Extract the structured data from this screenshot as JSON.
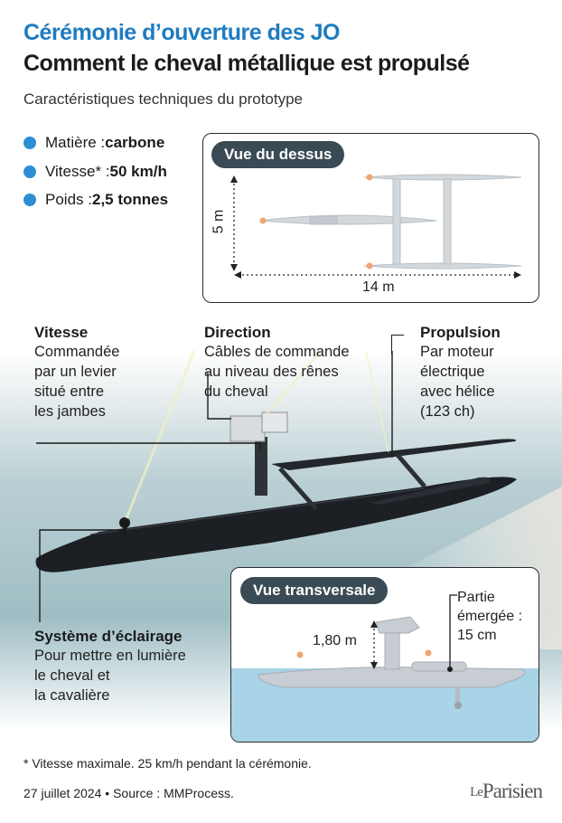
{
  "header": {
    "title_line1": "Cérémonie d’ouverture des JO",
    "title_line2": "Comment le cheval métallique est propulsé",
    "subtitle": "Caractéristiques techniques du prototype"
  },
  "specs": [
    {
      "label": "Matière : ",
      "value": "carbone"
    },
    {
      "label": "Vitesse* : ",
      "value": "50 km/h"
    },
    {
      "label": "Poids : ",
      "value": "2,5 tonnes"
    }
  ],
  "top_view": {
    "pill": "Vue du dessus",
    "width_label": "5 m",
    "length_label": "14 m"
  },
  "callouts": {
    "vitesse": {
      "title": "Vitesse",
      "lines": [
        "Commandée",
        "par un levier",
        "situé entre",
        "les jambes"
      ]
    },
    "direction": {
      "title": "Direction",
      "lines": [
        "Câbles de commande",
        "au niveau des rênes",
        "du cheval"
      ]
    },
    "propulsion": {
      "title": "Propulsion",
      "lines": [
        "Par moteur",
        "électrique",
        "avec hélice",
        "(123 ch)"
      ]
    },
    "eclairage": {
      "title": "Système d’éclairage",
      "lines": [
        "Pour mettre en lumière",
        "le cheval et",
        "la cavalière"
      ]
    }
  },
  "cross_view": {
    "pill": "Vue transversale",
    "height_label": "1,80 m",
    "emerged_lines": [
      "Partie",
      "émergée :",
      "15 cm"
    ]
  },
  "footer": {
    "footnote": "* Vitesse maximale. 25 km/h pendant la cérémonie.",
    "dateline": "27 juillet 2024 • Source : MMProcess.",
    "logo_le": "Le",
    "logo_name": "Parisien"
  },
  "colors": {
    "accent_blue": "#1f7bc0",
    "bullet_blue": "#2c8fd4",
    "pill_bg": "#3b4b55",
    "water": "#a9d3e6",
    "hull": "#1c1f23"
  }
}
